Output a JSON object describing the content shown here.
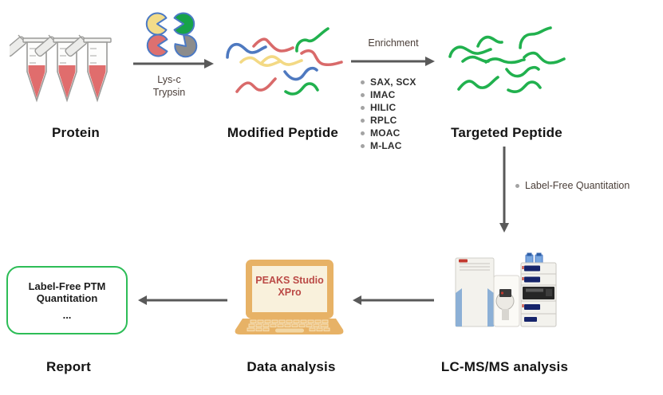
{
  "labels": {
    "protein": "Protein",
    "modified_peptide": "Modified Peptide",
    "targeted_peptide": "Targeted Peptide",
    "lcms": "LC-MS/MS analysis",
    "data_analysis": "Data analysis",
    "report": "Report"
  },
  "digestion": {
    "line1": "Lys-c",
    "line2": "Trypsin"
  },
  "enrichment": {
    "title": "Enrichment",
    "items": [
      "SAX, SCX",
      "IMAC",
      "HILIC",
      "RPLC",
      "MOAC",
      "M-LAC"
    ]
  },
  "quantitation": {
    "item": "Label-Free Quantitation"
  },
  "laptop": {
    "line1": "PEAKS Studio",
    "line2": "XPro"
  },
  "report_box": {
    "line1": "Label-Free PTM",
    "line2": "Quantitation",
    "line3": "..."
  },
  "colors": {
    "arrow_gray": "#595959",
    "accent_green": "#2dbd57",
    "squiggle_red": "#d96a6a",
    "squiggle_blue": "#4e79c0",
    "squiggle_yellow": "#f3d984",
    "squiggle_green": "#21b14e",
    "tube_liquid_red": "#e06d6d",
    "enzyme_outline_blue": "#4b79c4",
    "enzyme_yellow": "#f2dc8a",
    "enzyme_green": "#17a349",
    "enzyme_red": "#dd7070",
    "enzyme_gray": "#8c8c8c",
    "laptop_orange": "#e7b266",
    "laptop_screen_cream": "#f9f1dc",
    "peaks_text_red": "#bb4a46",
    "instrument_blue": "#8cb0d6",
    "instrument_screen_navy": "#16246b"
  }
}
